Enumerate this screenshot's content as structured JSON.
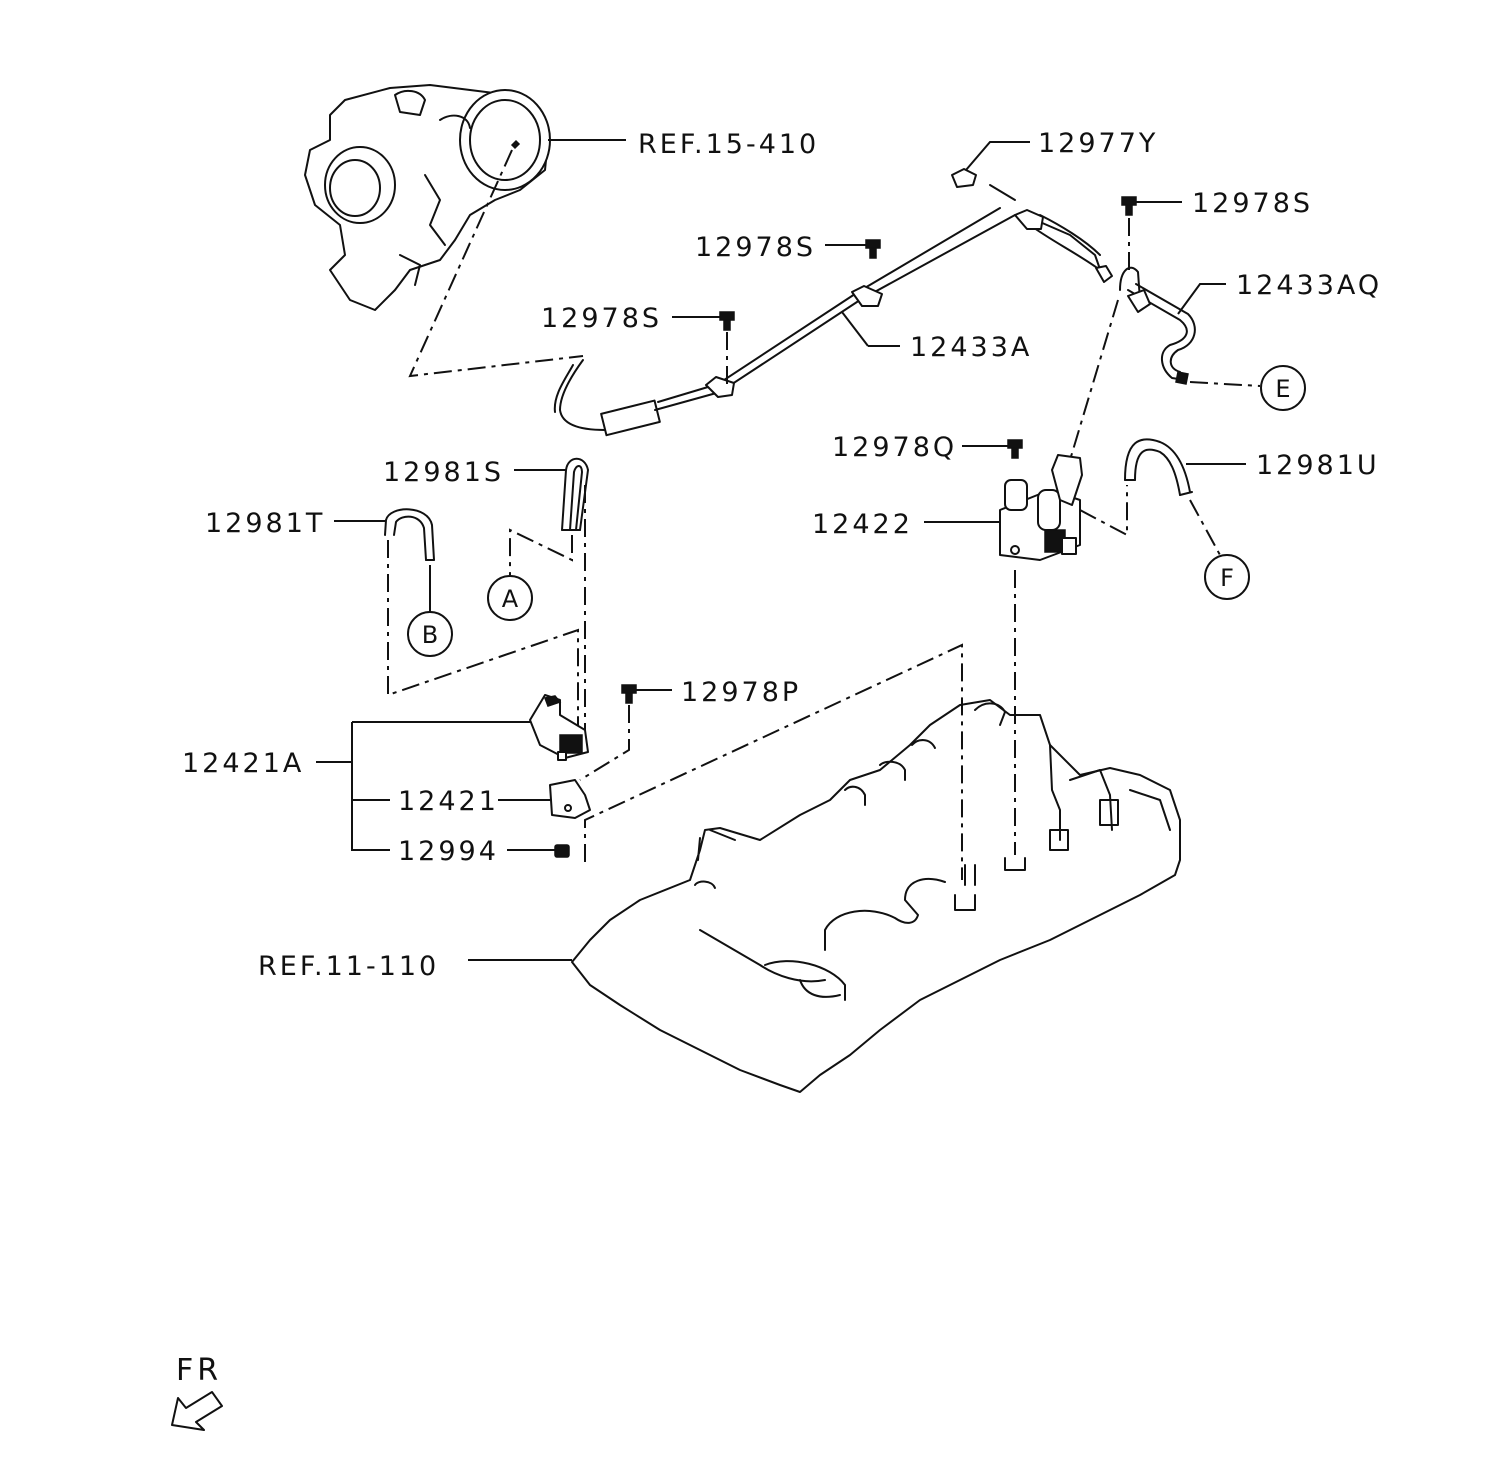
{
  "labels": {
    "ref_15_410": "REF.15-410",
    "p12977Y": "12977Y",
    "p12978S_top_right": "12978S",
    "p12978S_mid": "12978S",
    "p12978S_left": "12978S",
    "p12433AQ": "12433AQ",
    "p12433A": "12433A",
    "p12978Q": "12978Q",
    "p12981U": "12981U",
    "p12981S": "12981S",
    "p12981T": "12981T",
    "p12422": "12422",
    "p12978P": "12978P",
    "p12421A": "12421A",
    "p12421": "12421",
    "p12994": "12994",
    "ref_11_110": "REF.11-110",
    "fr": "FR"
  },
  "callouts": {
    "a": "A",
    "b": "B",
    "e": "E",
    "f": "F"
  }
}
